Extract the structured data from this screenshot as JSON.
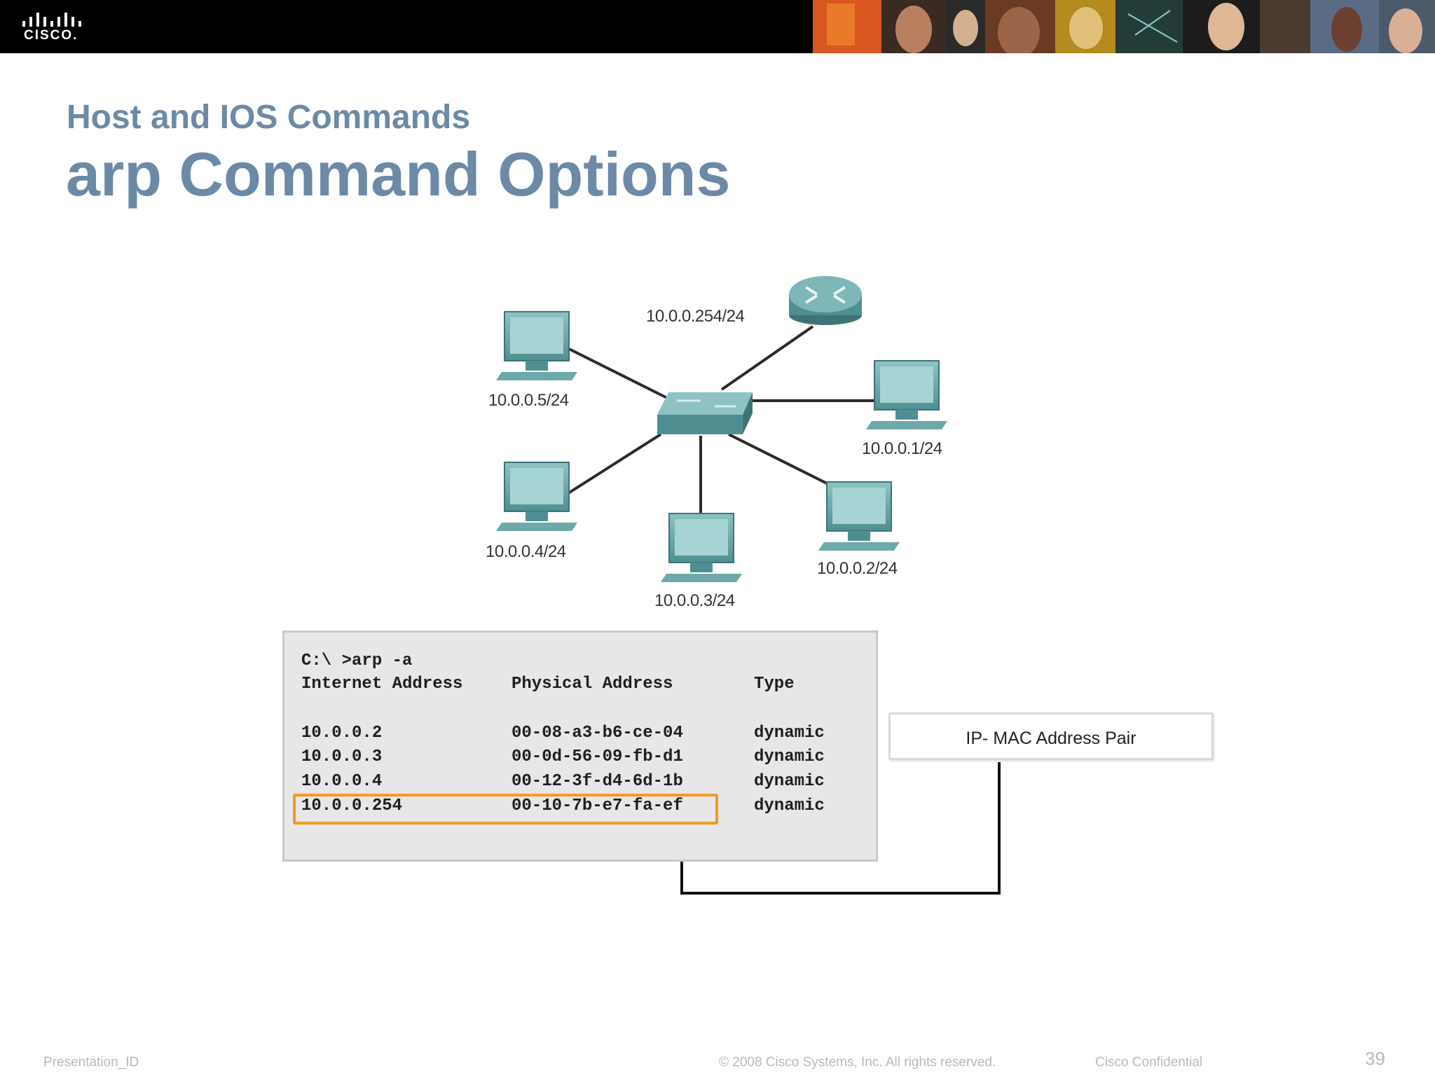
{
  "header": {
    "logo_text": "CISCO."
  },
  "slide": {
    "subtitle": "Host and IOS Commands",
    "title": "arp Command Options"
  },
  "diagram": {
    "router_label": "10.0.0.254/24",
    "hosts": [
      {
        "id": "host-5",
        "label": "10.0.0.5/24"
      },
      {
        "id": "host-4",
        "label": "10.0.0.4/24"
      },
      {
        "id": "host-3",
        "label": "10.0.0.3/24"
      },
      {
        "id": "host-2",
        "label": "10.0.0.2/24"
      },
      {
        "id": "host-1",
        "label": "10.0.0.1/24"
      }
    ]
  },
  "terminal": {
    "command": "C:\\ >arp -a",
    "headers": [
      "Internet Address",
      "Physical Address",
      "Type"
    ],
    "rows": [
      {
        "ip": "10.0.0.2",
        "mac": "00-08-a3-b6-ce-04",
        "type": "dynamic"
      },
      {
        "ip": "10.0.0.3",
        "mac": "00-0d-56-09-fb-d1",
        "type": "dynamic"
      },
      {
        "ip": "10.0.0.4",
        "mac": "00-12-3f-d4-6d-1b",
        "type": "dynamic"
      },
      {
        "ip": "10.0.0.254",
        "mac": "00-10-7b-e7-fa-ef",
        "type": "dynamic"
      }
    ]
  },
  "callout": {
    "label": "IP- MAC Address Pair"
  },
  "footer": {
    "left": "Presentation_ID",
    "copyright": "© 2008 Cisco Systems, Inc. All rights reserved.",
    "confidential": "Cisco Confidential",
    "page_number": "39"
  },
  "colors": {
    "title": "#6c8aa6",
    "device": "#5f9ea0",
    "highlight": "#f39a1d"
  }
}
